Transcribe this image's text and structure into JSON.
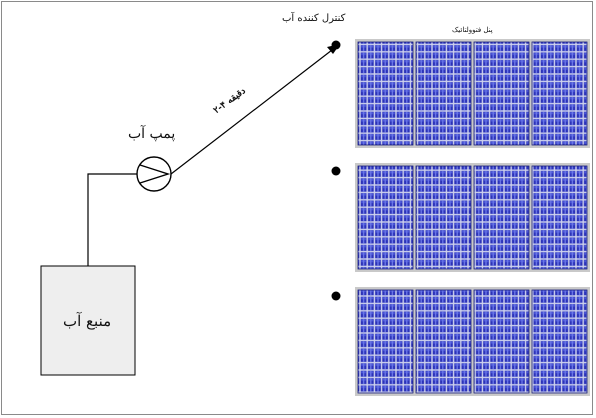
{
  "labels": {
    "controller": "کنترل کننده آب",
    "panel": "پنل فتوولتائیک",
    "pump": "پمپ آب",
    "source": "منبع آب",
    "time": "۲-۴ دقیقه"
  },
  "panels": {
    "rows": 3,
    "modules_per_row": 4
  },
  "colors": {
    "cell": "#2c33b8",
    "cell_dark": "#1a1f78",
    "cell_light": "#6a76e6",
    "frame": "#c9c9c9",
    "tank_fill": "#eeeeee",
    "line": "#000000"
  }
}
